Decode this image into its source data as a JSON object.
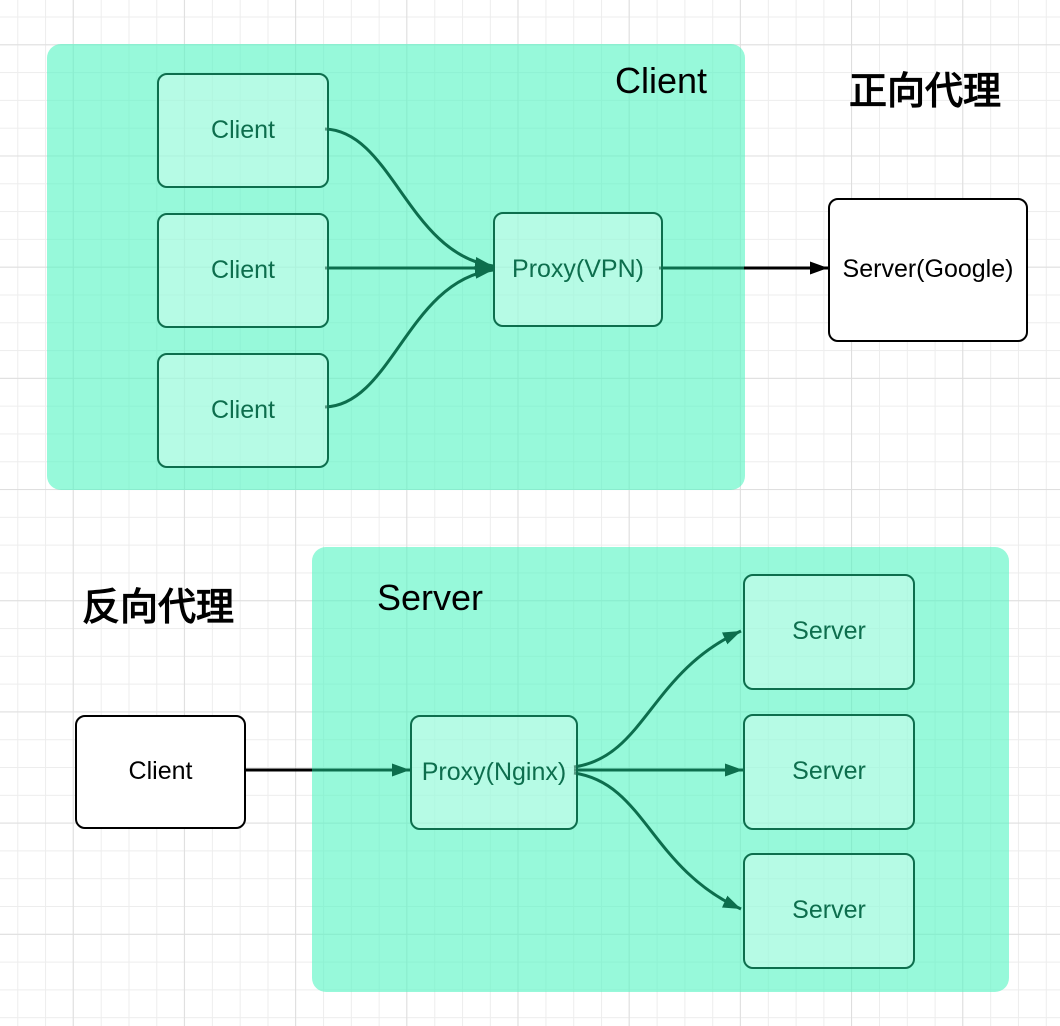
{
  "diagram": {
    "top": {
      "container_label": "Client",
      "region_label": "正向代理",
      "client_nodes": [
        "Client",
        "Client",
        "Client"
      ],
      "proxy_label": "Proxy(VPN)",
      "server_label": "Server(Google)"
    },
    "bottom": {
      "region_label": "反向代理",
      "container_label": "Server",
      "client_label": "Client",
      "proxy_label": "Proxy(Nginx)",
      "server_nodes": [
        "Server",
        "Server",
        "Server"
      ]
    },
    "colors": {
      "container_fill_effective": "#96f9da",
      "node_fill_effective": "#aafbde",
      "node_stroke": "#0d6e4d",
      "connector_inside": "#0d6e4d",
      "connector_outside": "#000000",
      "text_dark": "#000000"
    }
  }
}
